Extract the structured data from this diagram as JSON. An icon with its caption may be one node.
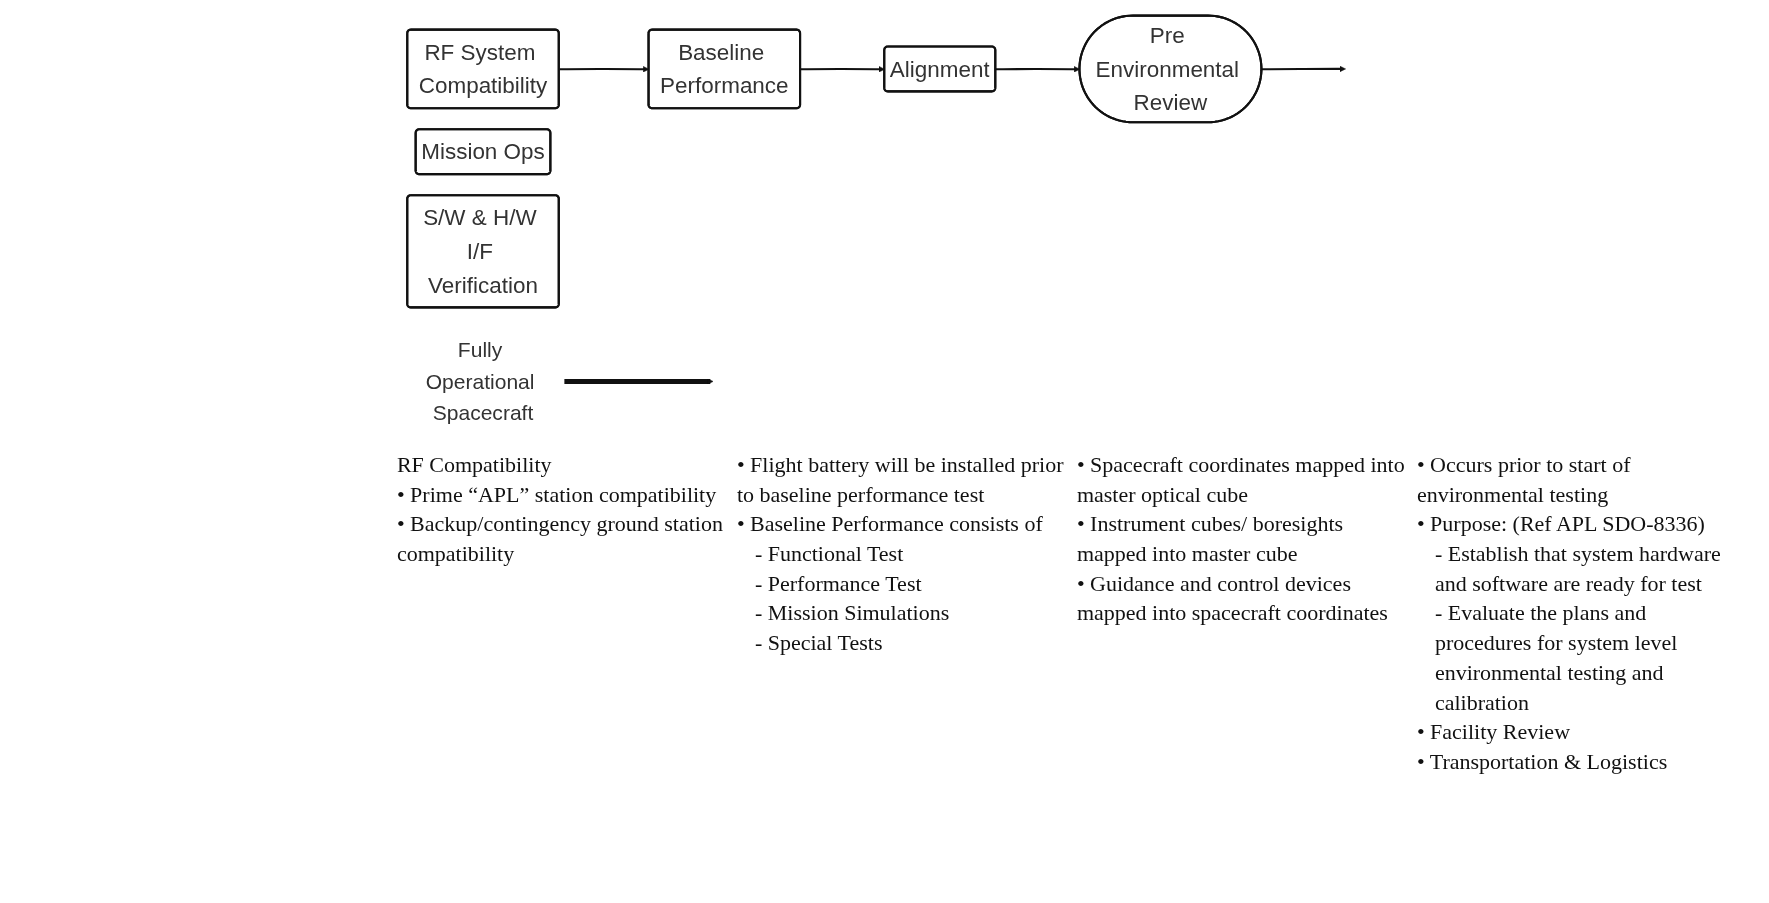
{
  "diagram": {
    "nodes": [
      {
        "text": [
          "RF System Compatibility"
        ],
        "beside": [
          "RF Compatibility",
          "• Prime “APL”  station compatibility",
          "• Backup/contingency ground station compatibility"
        ]
      },
      {
        "text": [
          "S/W & H/W I/F Verification"
        ]
      },
      {
        "text": [
          "Mission Ops"
        ]
      },
      {
        "text": [
          "Baseline Performance"
        ],
        "beside": [
          "• Flight battery will be installed prior to baseline performance test",
          "• Baseline Performance consists of",
          "- Functional Test",
          "- Performance Test",
          "- Mission Simulations",
          "- Special Tests"
        ]
      },
      {
        "text": [
          "Alignment"
        ],
        "beside": [
          "• Spacecraft coordinates mapped into master optical cube",
          "• Instrument cubes/ boresights mapped into master cube",
          "• Guidance and control devices mapped into spacecraft coordinates"
        ]
      },
      {
        "text": [
          "Pre Environmental Review"
        ],
        "beside": [
          "• Occurs prior to start of environmental testing",
          "• Purpose: (Ref APL SDO-8336)",
          "- Establish that system hardware and software are ready for test",
          "- Evaluate the plans and procedures for system level environmental testing and calibration",
          "• Facility Review",
          "• Transportation & Logistics"
        ]
      },
      {
        "text": [
          "Fully Operational Spacecraft"
        ]
      }
    ],
    "edges": [
      {
        "from": 0,
        "to": 3,
        "arrow": "to"
      },
      {
        "from": 3,
        "to": 4,
        "arrow": "to"
      },
      {
        "from": 4,
        "to": 5,
        "arrow": "to"
      },
      {
        "from": 5,
        "to": null,
        "arrow": "to"
      },
      {
        "from": 6,
        "to": null,
        "arrow": "to",
        "style": "thick"
      }
    ]
  }
}
